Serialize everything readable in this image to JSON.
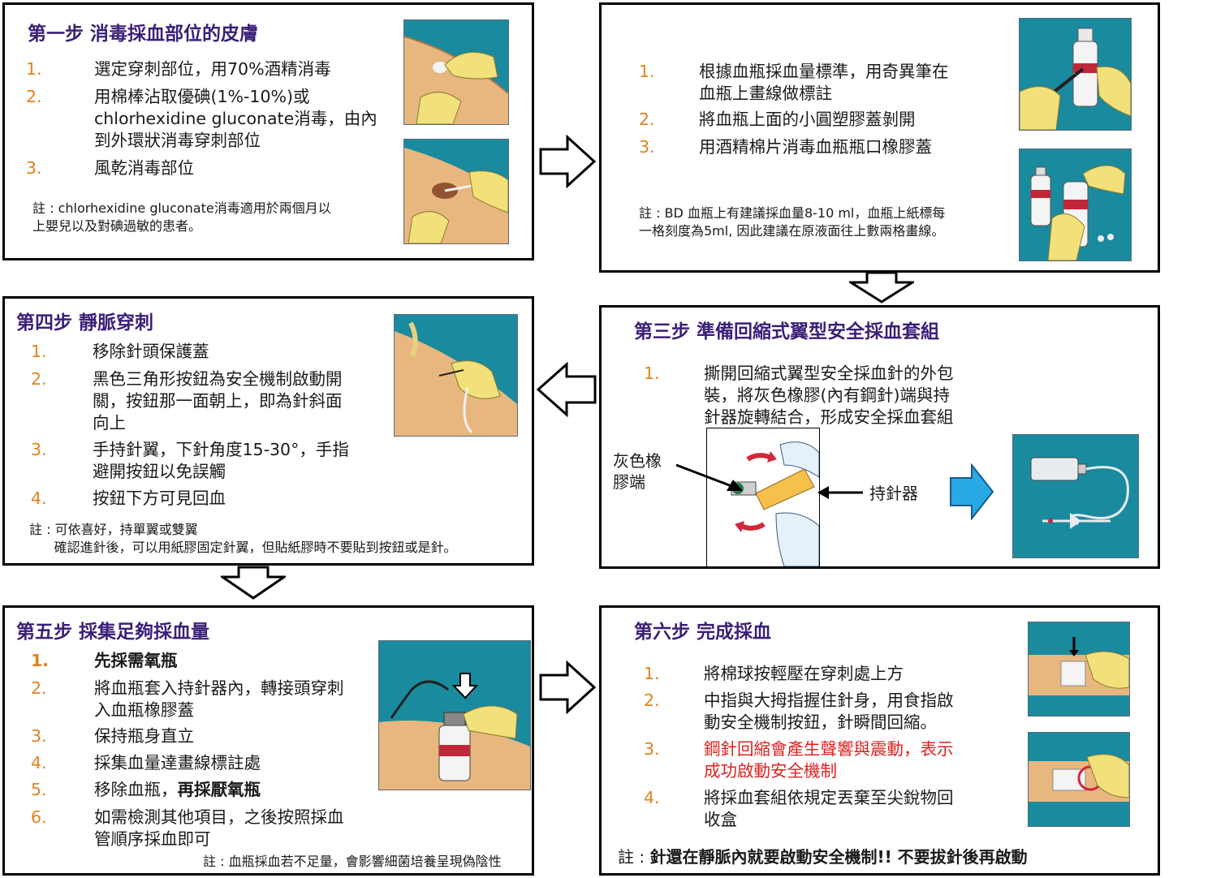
{
  "step1": {
    "title": "第一步 消毒採血部位的皮膚",
    "items": [
      {
        "num": "1.",
        "lines": [
          "選定穿刺部位，用70%酒精消毒"
        ]
      },
      {
        "num": "2.",
        "lines": [
          "用棉棒沾取優碘(1%-10%)或",
          "chlorhexidine gluconate消毒，由內",
          "到外環狀消毒穿刺部位"
        ]
      },
      {
        "num": "3.",
        "lines": [
          "風乾消毒部位"
        ]
      }
    ],
    "note_lines": [
      "註 : chlorhexidine gluconate消毒適用於兩個月以",
      "上嬰兒以及對碘過敏的患者。"
    ]
  },
  "step2": {
    "items": [
      {
        "num": "1.",
        "lines": [
          "根據血瓶採血量標準，用奇異筆在",
          "血瓶上畫線做標註"
        ]
      },
      {
        "num": "2.",
        "lines": [
          "將血瓶上面的小圓塑膠蓋剝開"
        ]
      },
      {
        "num": "3.",
        "lines": [
          "用酒精棉片消毒血瓶瓶口橡膠蓋"
        ]
      }
    ],
    "note_lines": [
      "註 : BD 血瓶上有建議採血量8-10 ml，血瓶上紙標每",
      "一格刻度為5ml, 因此建議在原液面往上數兩格畫線。"
    ]
  },
  "step3": {
    "title": "第三步 準備回縮式翼型安全採血套組",
    "items": [
      {
        "num": "1.",
        "lines": [
          "撕開回縮式翼型安全採血針的外包",
          "裝，將灰色橡膠(內有鋼針)端與持",
          "針器旋轉結合，形成安全採血套組"
        ]
      }
    ],
    "callout_left": [
      "灰色橡",
      "膠端"
    ],
    "callout_right": "持針器"
  },
  "step4": {
    "title": "第四步 靜脈穿刺",
    "items": [
      {
        "num": "1.",
        "lines": [
          "移除針頭保護蓋"
        ]
      },
      {
        "num": "2.",
        "lines": [
          "黑色三角形按鈕為安全機制啟動開",
          "關，按鈕那一面朝上，即為針斜面",
          "向上"
        ]
      },
      {
        "num": "3.",
        "lines": [
          "手持針翼，下針角度15-30°，手指",
          "避開按鈕以免誤觸"
        ]
      },
      {
        "num": "4.",
        "lines": [
          "按鈕下方可見回血"
        ]
      }
    ],
    "note_lines": [
      "註 : 可依喜好，持單翼或雙翼",
      "      確認進針後，可以用紙膠固定針翼，但貼紙膠時不要貼到按鈕或是針。"
    ]
  },
  "step5": {
    "title": "第五步  採集足夠採血量",
    "items": [
      {
        "num": "1.",
        "lines": [
          "先採需氧瓶"
        ]
      },
      {
        "num": "2.",
        "lines": [
          "將血瓶套入持針器內，轉接頭穿刺",
          "入血瓶橡膠蓋"
        ]
      },
      {
        "num": "3.",
        "lines": [
          "保持瓶身直立"
        ]
      },
      {
        "num": "4.",
        "lines": [
          "採集血量達畫線標註處"
        ]
      },
      {
        "num": "5.",
        "lines": [
          "移除血瓶，"
        ],
        "bold_suffix": "再採厭氧瓶"
      },
      {
        "num": "6.",
        "lines": [
          "如需檢測其他項目，之後按照採血",
          "管順序採血即可"
        ]
      }
    ],
    "note": "註 : 血瓶採血若不足量，會影響細菌培養呈現偽陰性"
  },
  "step6": {
    "title": "第六步  完成採血",
    "items": [
      {
        "num": "1.",
        "lines": [
          "將棉球按輕壓在穿刺處上方"
        ]
      },
      {
        "num": "2.",
        "lines": [
          "中指與大拇指握住針身，用食指啟",
          "動安全機制按鈕，針瞬間回縮。"
        ]
      },
      {
        "num": "3.",
        "lines": [
          "鋼針回縮會產生聲響與震動，表示",
          "成功啟動安全機制"
        ]
      },
      {
        "num": "4.",
        "lines": [
          "將採血套組依規定丟棄至尖銳物回",
          "收盒"
        ]
      }
    ],
    "note_prefix": "註 : ",
    "note_bold": "針還在靜脈內就要啟動安全機制!! 不要拔針後再啟動"
  },
  "colors": {
    "title": "#3b1f78",
    "number": "#e0821e",
    "warning": "#e02020",
    "illustration_bg": "#1a8a9e",
    "flow_arrow": "#29a8e6"
  }
}
